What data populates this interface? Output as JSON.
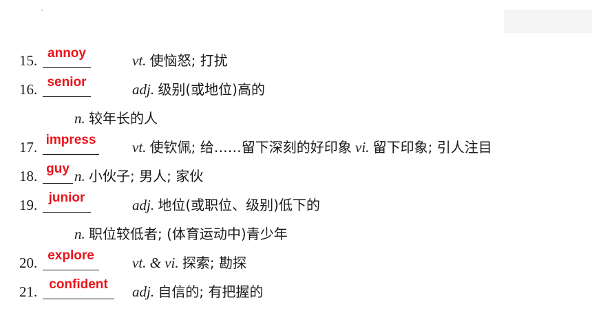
{
  "entries": [
    {
      "num": "15.",
      "answer": "annoy",
      "pos": "vt.",
      "meaning": "使恼怒; 打扰"
    },
    {
      "num": "16.",
      "answer": "senior",
      "pos": "adj.",
      "meaning": "级别(或地位)高的"
    },
    {
      "pos": "n.",
      "meaning": "较年长的人"
    },
    {
      "num": "17.",
      "answer": "impress",
      "pos": "vt.",
      "meaning": "使钦佩; 给……留下深刻的好印象",
      "pos2": "vi.",
      "meaning2": "留下印象; 引人注目"
    },
    {
      "num": "18.",
      "answer": "guy",
      "pos": "n.",
      "meaning": "小伙子; 男人; 家伙"
    },
    {
      "num": "19.",
      "answer": "junior",
      "pos": "adj.",
      "meaning": "地位(或职位、级别)低下的"
    },
    {
      "pos": "n.",
      "meaning": "职位较低者; (体育运动中)青少年"
    },
    {
      "num": "20.",
      "answer": "explore",
      "pos": "vt. & vi.",
      "meaning": "探索; 勘探"
    },
    {
      "num": "21.",
      "answer": "confident",
      "pos": "adj.",
      "meaning": "自信的; 有把握的"
    }
  ]
}
